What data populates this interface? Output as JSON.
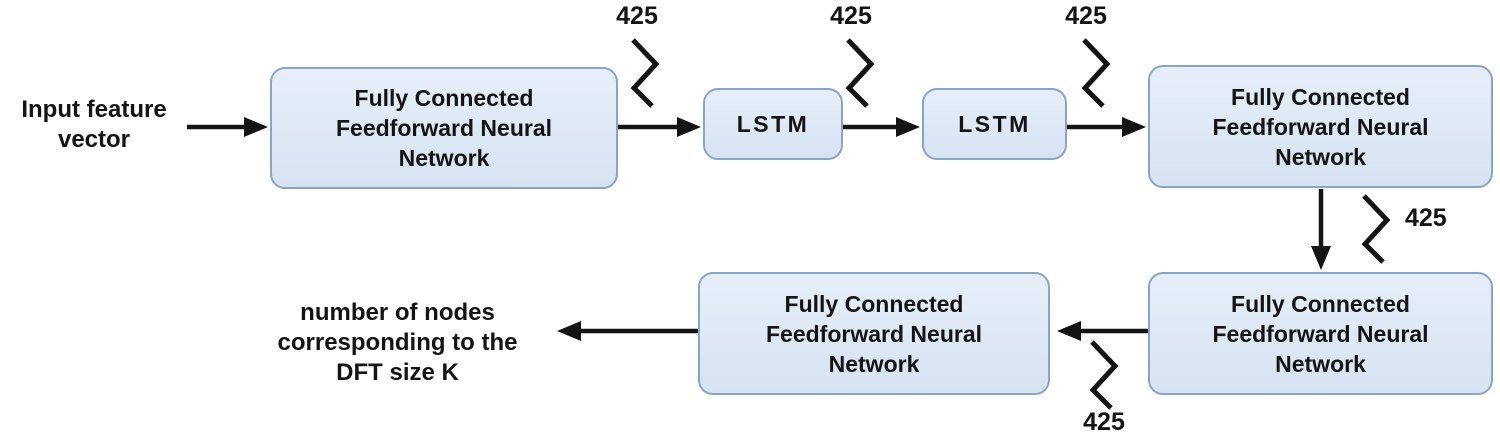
{
  "figure": {
    "input_label": "Input feature\nvector",
    "output_label": "number of nodes\ncorresponding to the\nDFT size K",
    "nodes": [
      {
        "id": "ffnn-1",
        "label": "Fully Connected\nFeedforward Neural\nNetwork"
      },
      {
        "id": "lstm-1",
        "label": "LSTM"
      },
      {
        "id": "lstm-2",
        "label": "LSTM"
      },
      {
        "id": "ffnn-2",
        "label": "Fully Connected\nFeedforward Neural\nNetwork"
      },
      {
        "id": "ffnn-3",
        "label": "Fully Connected\nFeedforward Neural\nNetwork"
      },
      {
        "id": "ffnn-4",
        "label": "Fully Connected\nFeedforward Neural\nNetwork"
      }
    ],
    "bus_labels": [
      "425",
      "425",
      "425",
      "425",
      "425"
    ],
    "colors": {
      "node_fill_top": "#e6eff9",
      "node_fill_bottom": "#d6e3f1",
      "node_border": "#8aa4c6",
      "ink": "#141414",
      "bg": "#ffffff"
    }
  }
}
